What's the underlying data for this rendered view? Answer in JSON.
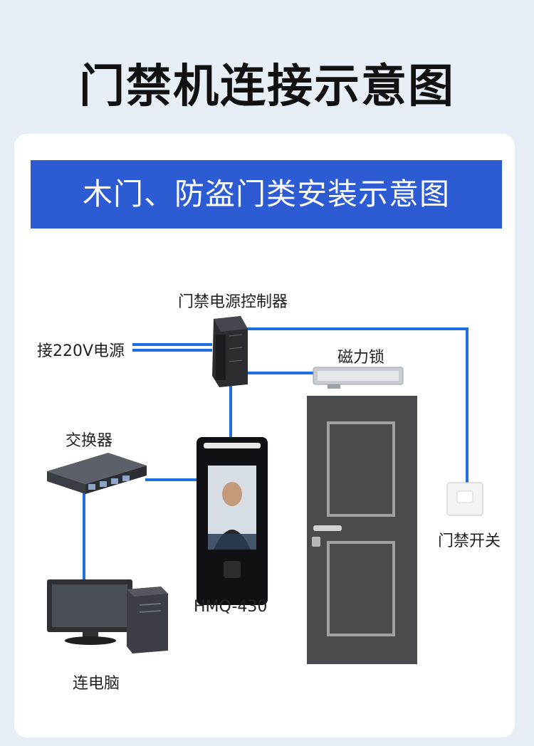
{
  "title": "门禁机连接示意图",
  "banner": "木门、防盗门类安装示意图",
  "labels": {
    "controller": "门禁电源控制器",
    "power": "接220V电源",
    "maglock": "磁力锁",
    "switch": "交换器",
    "exit_button": "门禁开关",
    "device": "HMQ-430",
    "computer": "连电脑"
  },
  "colors": {
    "accent": "#2d5bd3",
    "wire": "#1f6fe0",
    "door": "#4a4b4e"
  }
}
